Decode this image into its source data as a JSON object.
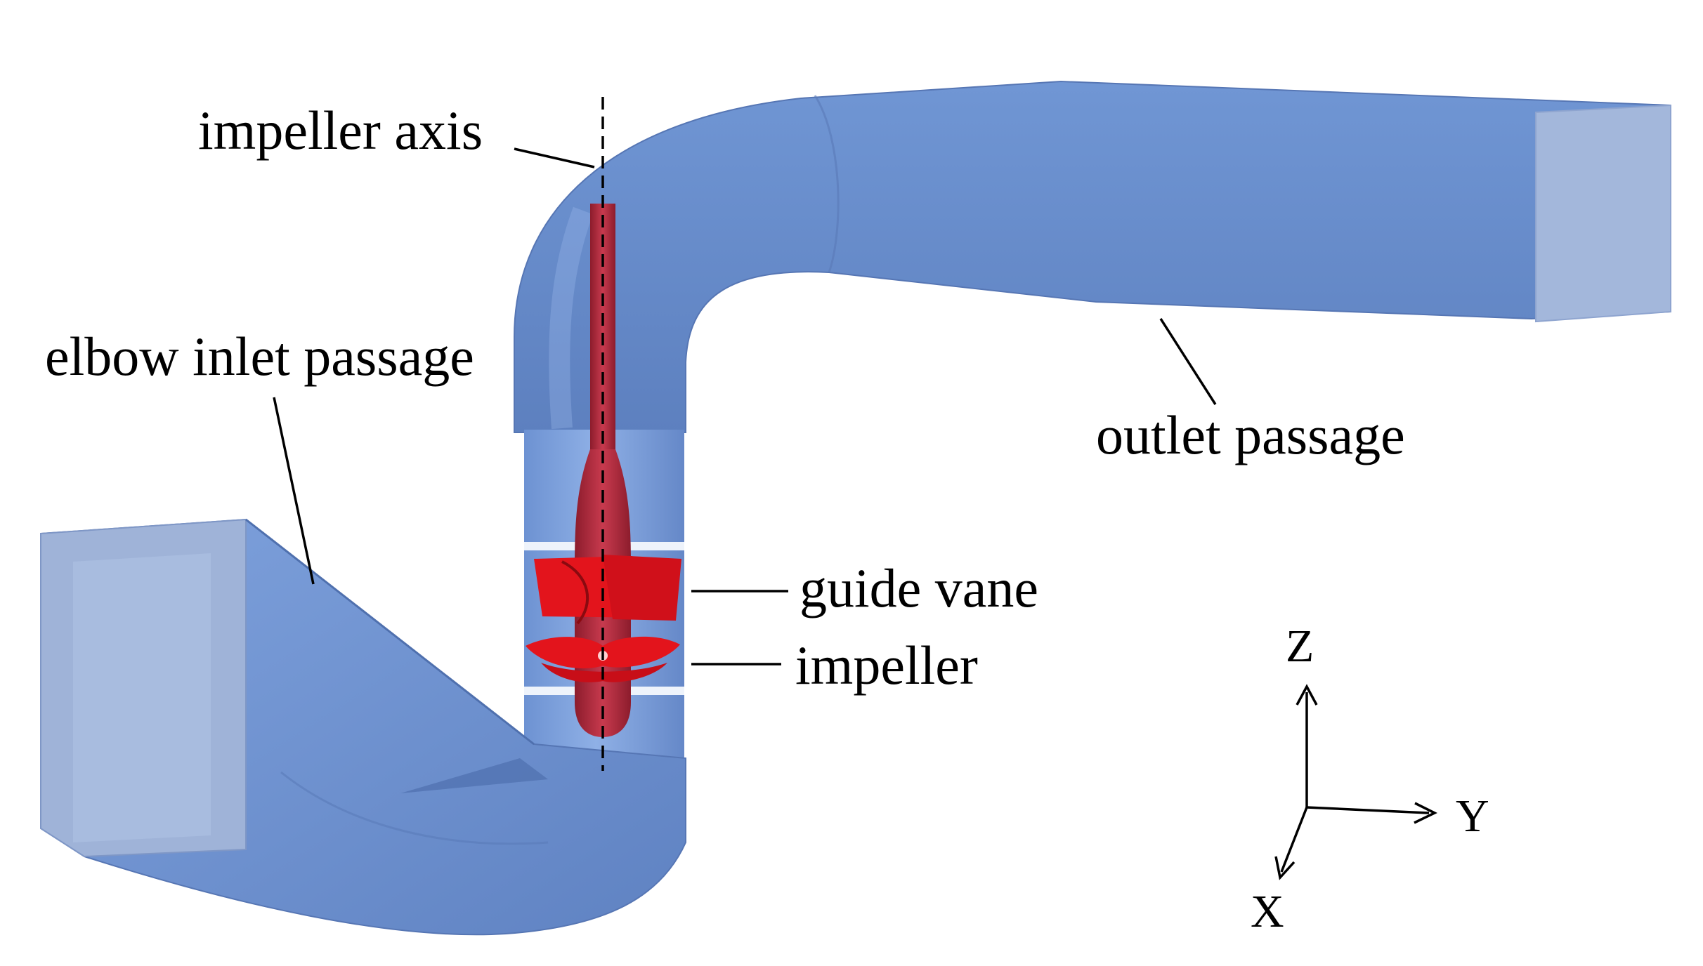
{
  "labels": {
    "impeller_axis": "impeller axis",
    "elbow_inlet_passage": "elbow inlet passage",
    "outlet_passage": "outlet passage",
    "guide_vane": "guide vane",
    "impeller": "impeller"
  },
  "axes": {
    "z": "Z",
    "y": "Y",
    "x": "X"
  },
  "colors": {
    "passage": "#6f95d6",
    "passage_dark": "#5b7fc0",
    "passage_light": "#a9bfe3",
    "rotor": "#e3141c",
    "shaft": "#b3283a"
  }
}
